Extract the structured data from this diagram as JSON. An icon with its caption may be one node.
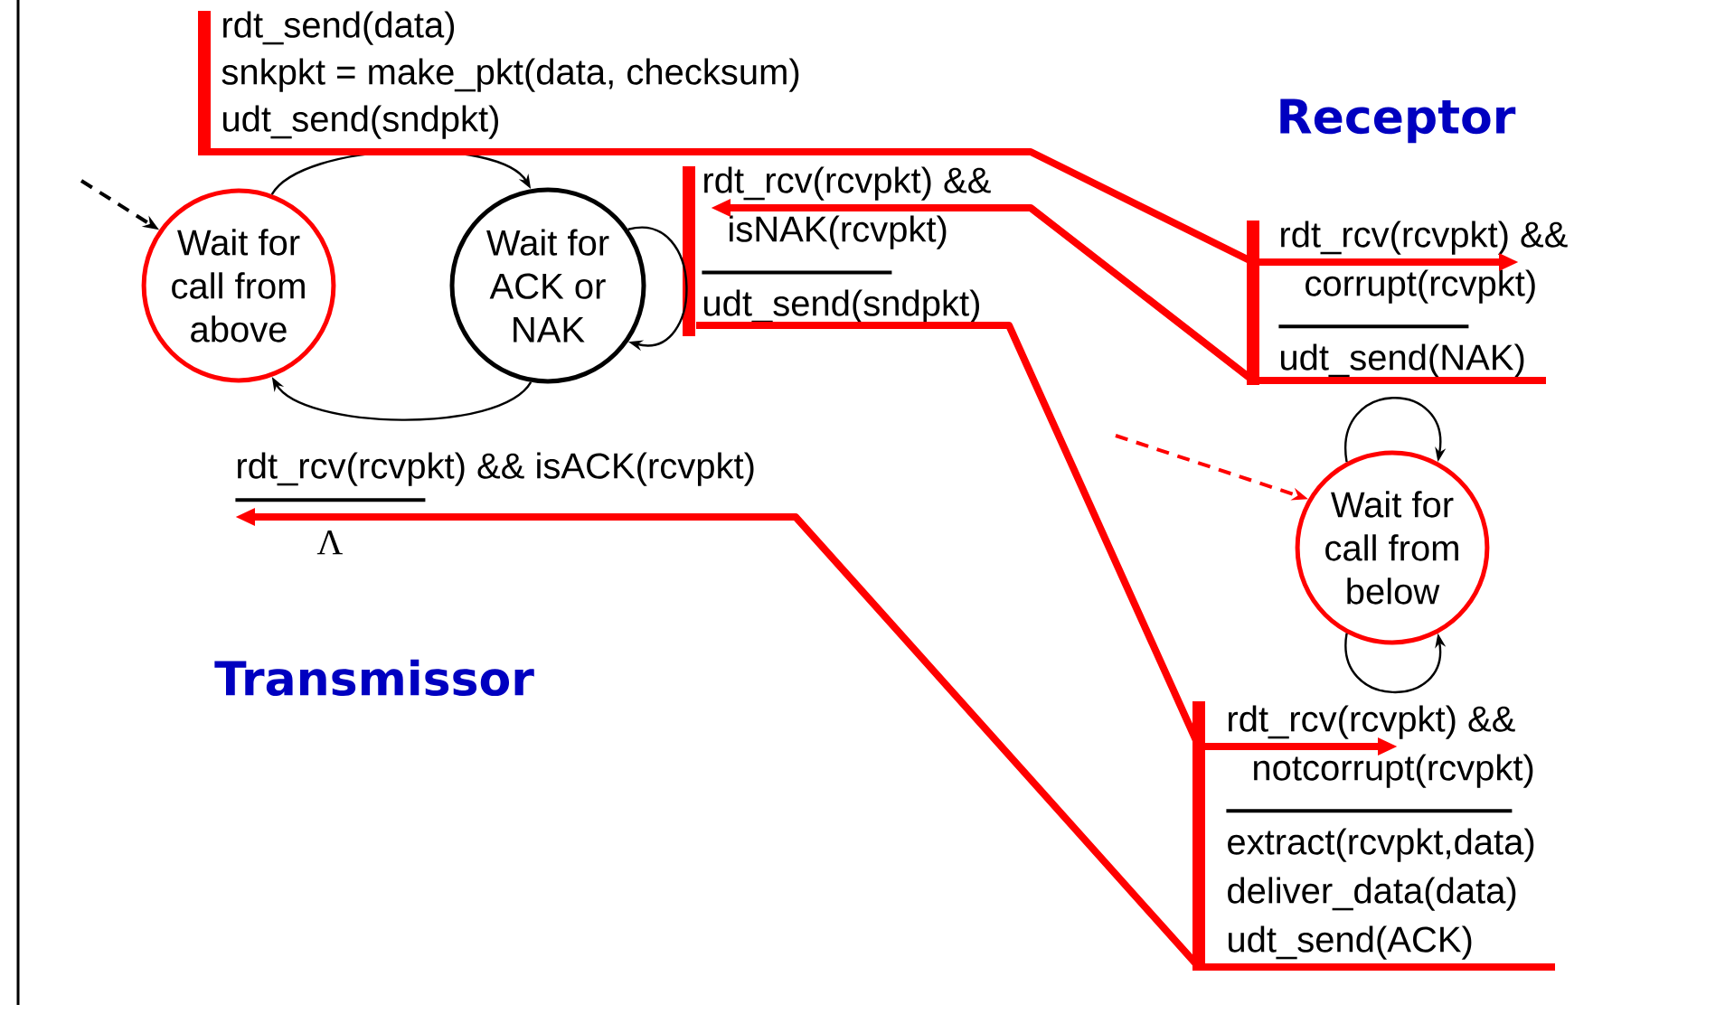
{
  "diagram": {
    "nodes": [
      {
        "text": [
          "Wait for call from above"
        ]
      },
      {
        "text": [
          "Wait for ACK or NAK"
        ]
      },
      {
        "text": [
          "Wait for call from below"
        ]
      },
      {
        "text": [
          "rdt_send(data)",
          "snkpkt = make_pkt(data, checksum)",
          "udt_send(sndpkt)"
        ]
      },
      {
        "text": [
          "rdt_rcv(rcvpkt) && isNAK(rcvpkt)",
          "udt_send(sndpkt)"
        ]
      },
      {
        "text": [
          "rdt_rcv(rcvpkt) && isACK(rcvpkt)",
          "Λ"
        ]
      },
      {
        "text": [
          "rdt_rcv(rcvpkt) && corrupt(rcvpkt)",
          "udt_send(NAK)"
        ]
      },
      {
        "text": [
          "rdt_rcv(rcvpkt) && notcorrupt(rcvpkt)",
          "extract(rcvpkt,data)",
          "deliver_data(data)",
          "udt_send(ACK)"
        ]
      }
    ],
    "edges": [
      {
        "from": null,
        "to": 0,
        "arrow": "to",
        "style": "dashed"
      },
      {
        "from": 0,
        "to": 1,
        "arrow": "to"
      },
      {
        "from": 1,
        "to": 0,
        "arrow": "to"
      },
      {
        "from": 1,
        "to": 1,
        "arrow": "to"
      },
      {
        "from": null,
        "to": 2,
        "arrow": "to",
        "style": "dashed",
        "color": "#ff0000"
      },
      {
        "from": 2,
        "to": 2,
        "arrow": "to"
      },
      {
        "from": 2,
        "to": 2,
        "arrow": "to"
      },
      {
        "from": 3,
        "to": 6,
        "arrow": "to",
        "style": "thick",
        "color": "#ff0000"
      },
      {
        "from": 6,
        "to": 4,
        "arrow": "to",
        "style": "thick",
        "color": "#ff0000"
      },
      {
        "from": 4,
        "to": 7,
        "arrow": "to",
        "style": "thick",
        "color": "#ff0000"
      },
      {
        "from": 7,
        "to": 5,
        "arrow": "to",
        "style": "thick",
        "color": "#ff0000"
      }
    ],
    "labels": [
      "Receptor",
      "Transmissor"
    ]
  }
}
